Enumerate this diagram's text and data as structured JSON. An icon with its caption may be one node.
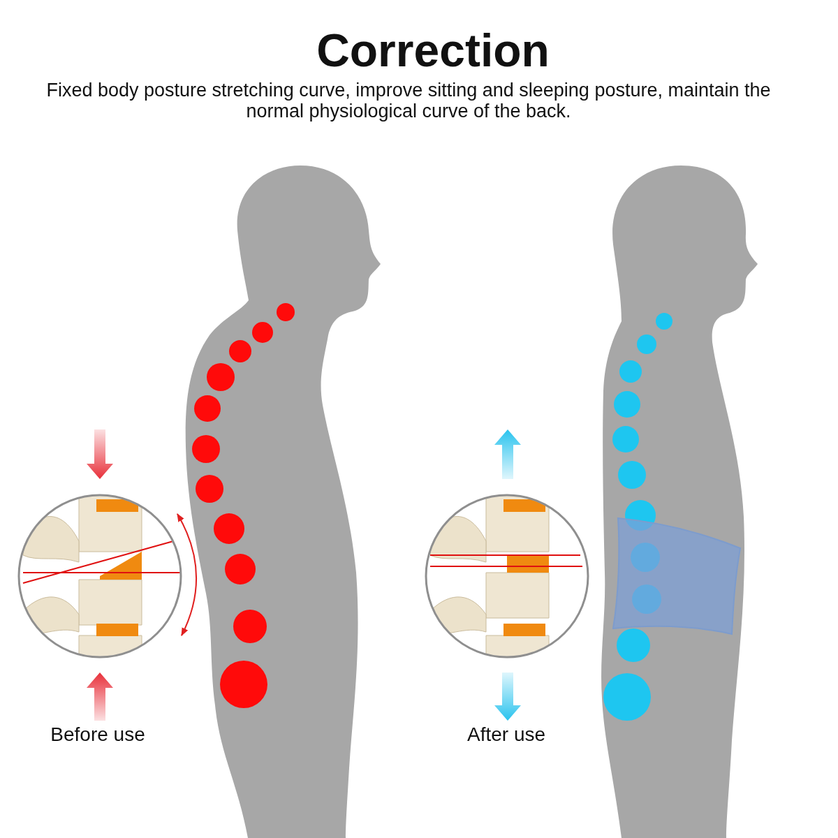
{
  "diagram": {
    "title": "Correction",
    "labels": [
      "Fixed body posture stretching curve, improve sitting and sleeping posture, maintain the normal physiological curve of the back.",
      "Before use",
      "After use"
    ]
  }
}
